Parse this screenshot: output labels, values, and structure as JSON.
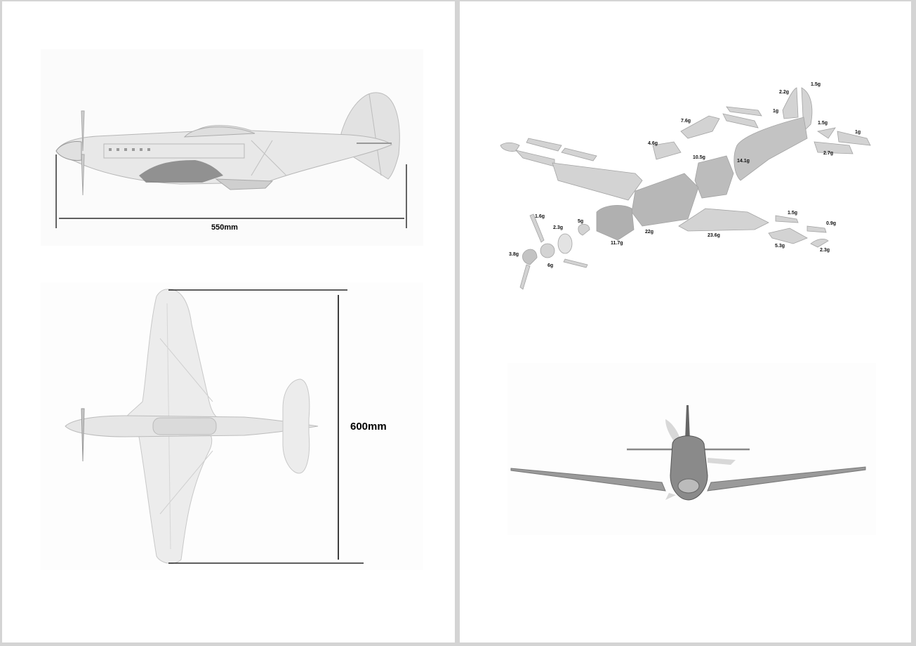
{
  "pages": [
    {
      "id": "left",
      "figures": [
        {
          "name": "side-view",
          "view": "side",
          "dimension": {
            "label": "550mm",
            "orientation": "horizontal",
            "measures": "fuselage length"
          }
        },
        {
          "name": "top-view",
          "view": "top",
          "dimension": {
            "label": "600mm",
            "orientation": "vertical",
            "measures": "wingspan"
          }
        }
      ]
    },
    {
      "id": "right",
      "figures": [
        {
          "name": "exploded-parts-view",
          "view": "exploded isometric"
        },
        {
          "name": "front-view",
          "view": "front"
        }
      ]
    }
  ],
  "dimensions": {
    "length": "550mm",
    "wingspan": "600mm"
  },
  "parts": [
    {
      "id": "vertical-fin",
      "weight": "2.2g"
    },
    {
      "id": "rudder",
      "weight": "1.5g"
    },
    {
      "id": "stab-tip-left",
      "weight": "1g"
    },
    {
      "id": "canopy",
      "weight": "7.6g"
    },
    {
      "id": "tail-cone-small",
      "weight": "1.5g"
    },
    {
      "id": "elevator-right",
      "weight": "1g"
    },
    {
      "id": "cowl-top",
      "weight": "4.6g"
    },
    {
      "id": "fuselage-mid",
      "weight": "10.5g"
    },
    {
      "id": "fuselage-rear",
      "weight": "14.1g"
    },
    {
      "id": "stab-right",
      "weight": "2.7g"
    },
    {
      "id": "prop-blade",
      "weight": "1.6g"
    },
    {
      "id": "cowl-ring",
      "weight": "2.3g"
    },
    {
      "id": "motor-mount",
      "weight": "5g"
    },
    {
      "id": "nose-section",
      "weight": "11.7g"
    },
    {
      "id": "fuselage-front",
      "weight": "22g"
    },
    {
      "id": "wing-right",
      "weight": "23.6g"
    },
    {
      "id": "aileron-right",
      "weight": "1.5g"
    },
    {
      "id": "wing-tip-flap",
      "weight": "0.9g"
    },
    {
      "id": "wing-outer-right",
      "weight": "5.3g"
    },
    {
      "id": "wing-tip-right",
      "weight": "2.3g"
    },
    {
      "id": "spinner",
      "weight": "3.8g"
    },
    {
      "id": "motor-plate",
      "weight": "6g"
    }
  ],
  "colors": {
    "background": "#d4d4d4",
    "page": "#ffffff",
    "line": "#000000",
    "model_light": "#e6e6e6",
    "model_mid": "#c4c4c4",
    "model_dark": "#7a7a7a"
  }
}
